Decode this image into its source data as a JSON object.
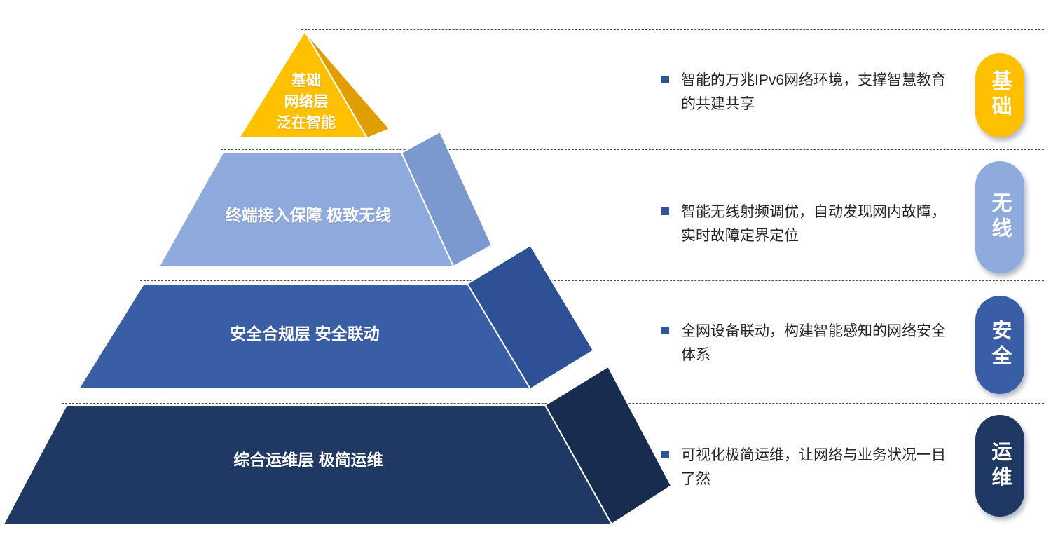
{
  "colors": {
    "bullet": "#2E559A",
    "base_front": "#FFC000",
    "base_side": "#E09E00",
    "wireless_front": "#8FAADC",
    "wireless_side": "#7C99CF",
    "security_front": "#3A5EA5",
    "security_side": "#2E5094",
    "ops_front": "#1F3864",
    "ops_side": "#182C50"
  },
  "layers": [
    {
      "id": "base",
      "pyramid_label_lines": [
        "基础",
        "网络层",
        "泛在智能"
      ],
      "description": "智能的万兆IPv6网络环境，支撑智慧教育的共建共享",
      "badge": "基础"
    },
    {
      "id": "wireless",
      "pyramid_label": "终端接入保障 极致无线",
      "description": "智能无线射频调优，自动发现网内故障，实时故障定界定位",
      "badge": "无线"
    },
    {
      "id": "security",
      "pyramid_label": "安全合规层 安全联动",
      "description": "全网设备联动，构建智能感知的网络安全体系",
      "badge": "安全"
    },
    {
      "id": "ops",
      "pyramid_label": "综合运维层 极简运维",
      "description": "可视化极简运维，让网络与业务状况一目了然",
      "badge": "运维"
    }
  ]
}
